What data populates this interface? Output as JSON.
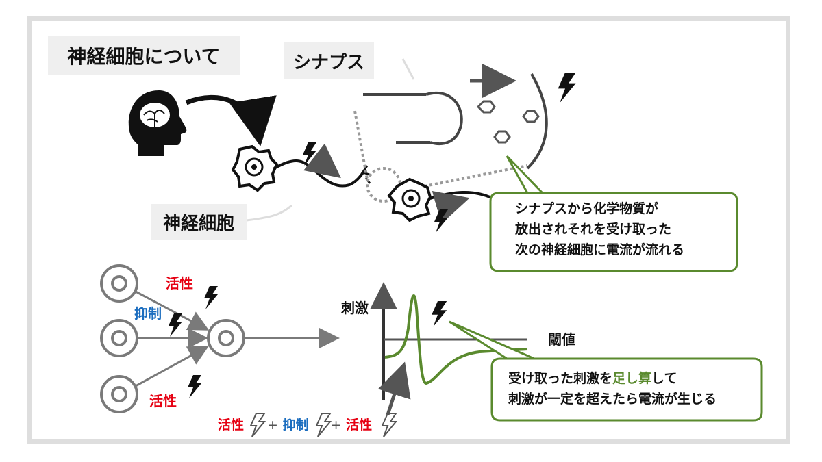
{
  "title": "神経細胞について",
  "synapse_label": "シナプス",
  "neuron_label": "神経細胞",
  "callout_top": {
    "line1": "シナプスから化学物質が",
    "line2": "放出されそれを受け取った",
    "line3": "次の神経細胞に電流が流れる"
  },
  "inputs": {
    "top_label": "活性",
    "middle_label": "抑制",
    "bottom_label": "活性"
  },
  "graph": {
    "y_label": "刺激",
    "threshold_label": "閾値"
  },
  "formula": {
    "term1": "活性",
    "plus1": "+",
    "term2": "抑制",
    "plus2": "+",
    "term3": "活性"
  },
  "callout_bottom": {
    "line1_pre": "受け取った刺激を",
    "line1_em": "足し算",
    "line1_post": "して",
    "line2": "刺激が一定を超えたら電流が生じる"
  },
  "colors": {
    "activation": "#e60012",
    "inhibition": "#1b6dbf",
    "accent_green": "#5a8a2e",
    "gray": "#7a7a7a"
  }
}
